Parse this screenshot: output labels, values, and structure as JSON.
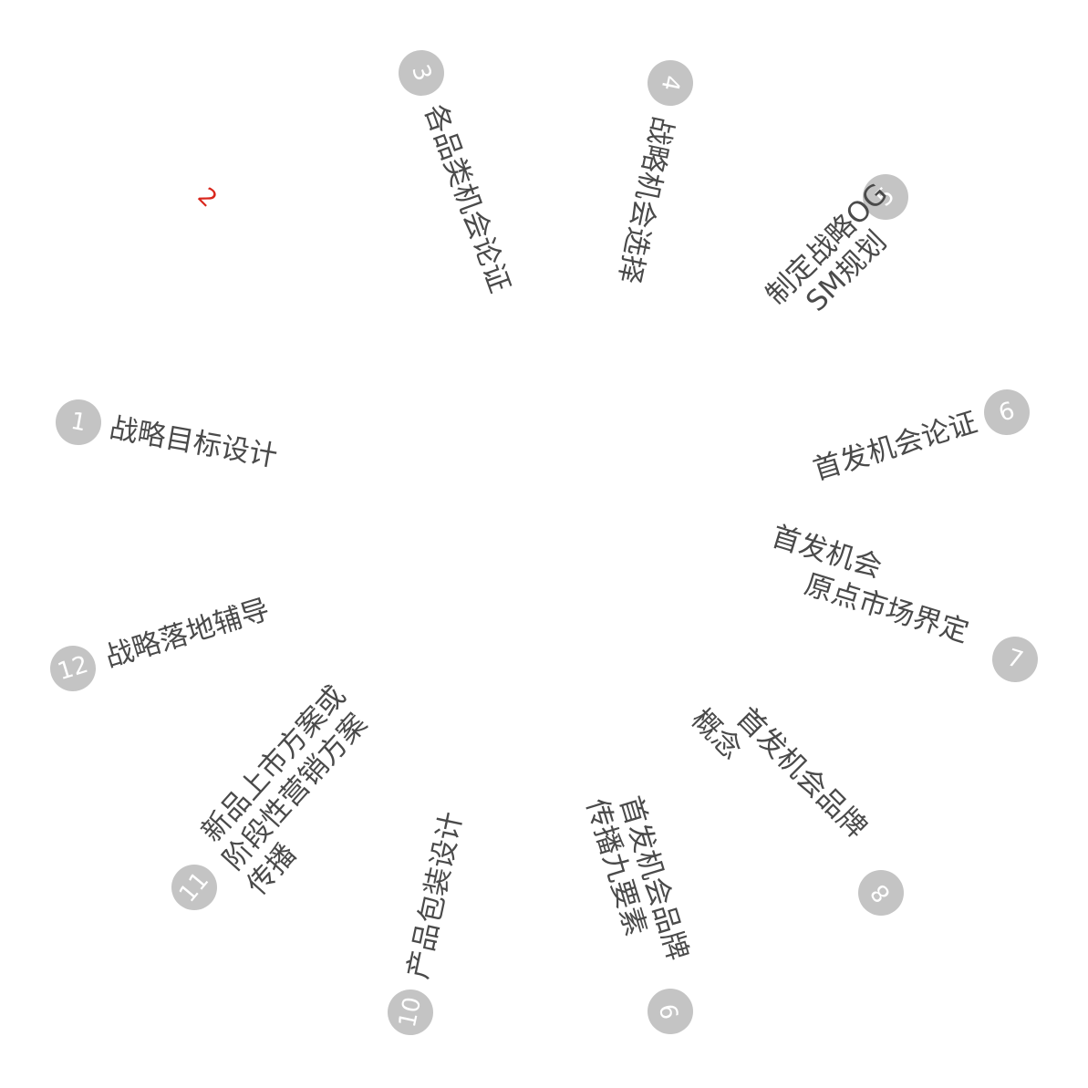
{
  "diagram": {
    "steps": [
      {
        "num": "1",
        "lines": [
          "战略目标设计"
        ]
      },
      {
        "num": "3",
        "lines": [
          "各品类机会论证"
        ]
      },
      {
        "num": "4",
        "lines": [
          "战略机会选择"
        ]
      },
      {
        "num": "5",
        "lines": [
          "制定战略OG",
          "SM规划"
        ]
      },
      {
        "num": "6",
        "lines": [
          "首发机会论证"
        ]
      },
      {
        "num": "7",
        "lines": [
          "首发机会",
          "原点市场界定"
        ]
      },
      {
        "num": "8",
        "lines": [
          "首发机会品牌",
          "概念"
        ]
      },
      {
        "num": "9",
        "lines": [
          "首发机会品牌",
          "传播九要素"
        ]
      },
      {
        "num": "10",
        "lines": [
          "产品包装设计"
        ]
      },
      {
        "num": "11",
        "lines": [
          "新品上市方案或",
          "阶段性营销方案",
          "传播"
        ]
      },
      {
        "num": "12",
        "lines": [
          "战略落地辅导"
        ]
      }
    ],
    "orphan_number": "2",
    "colors": {
      "badge": "#c4c4c4",
      "label": "#4a4a4a",
      "orphan": "#d9261c"
    }
  }
}
